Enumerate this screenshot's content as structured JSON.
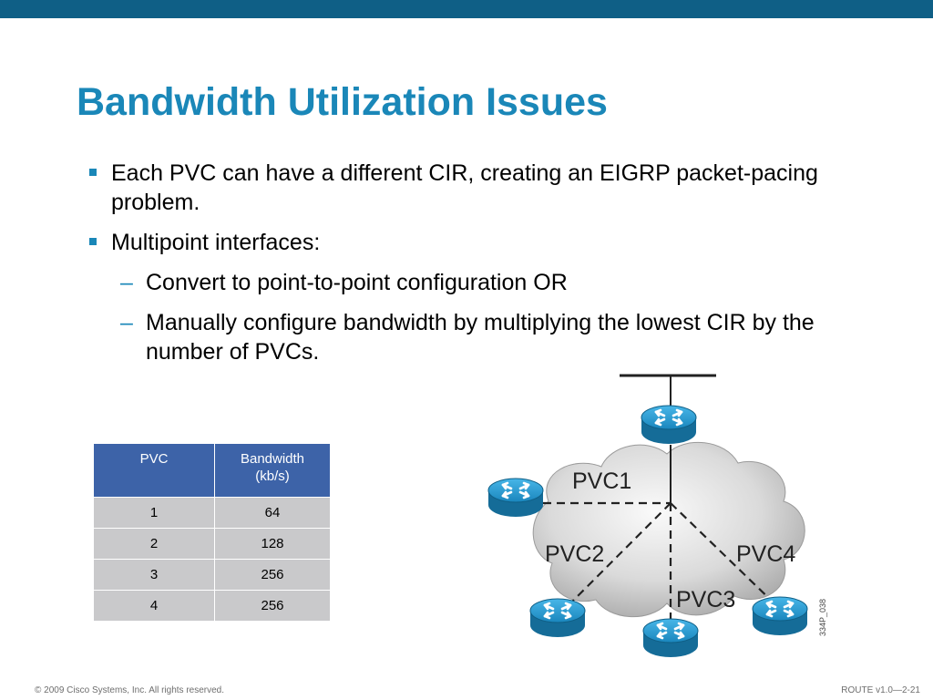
{
  "slide": {
    "title": "Bandwidth Utilization Issues",
    "bullets": [
      {
        "text": "Each PVC can have a different CIR, creating an EIGRP packet-pacing problem."
      },
      {
        "text": "Multipoint interfaces:",
        "subs": [
          {
            "text": "Convert to point-to-point configuration OR"
          },
          {
            "text": "Manually configure bandwidth by multiplying the lowest CIR by the number of PVCs."
          }
        ]
      }
    ],
    "dash_glyph": "–"
  },
  "table": {
    "headers": [
      "PVC",
      "Bandwidth\n(kb/s)"
    ],
    "rows": [
      [
        "1",
        "64"
      ],
      [
        "2",
        "128"
      ],
      [
        "3",
        "256"
      ],
      [
        "4",
        "256"
      ]
    ]
  },
  "diagram": {
    "labels": {
      "pvc1": "PVC1",
      "pvc2": "PVC2",
      "pvc3": "PVC3",
      "pvc4": "PVC4"
    },
    "figure_code": "334P_038",
    "icons": [
      "router-icon",
      "frame-relay-cloud-icon"
    ]
  },
  "footer": {
    "left": "© 2009 Cisco Systems, Inc. All rights reserved.",
    "right": "ROUTE v1.0—2-21"
  },
  "colors": {
    "topbar": "#0f5f86",
    "title": "#1a87b8",
    "table_header": "#3d63a8",
    "table_cell": "#c9c9cb",
    "router": "#1e8fc6"
  }
}
